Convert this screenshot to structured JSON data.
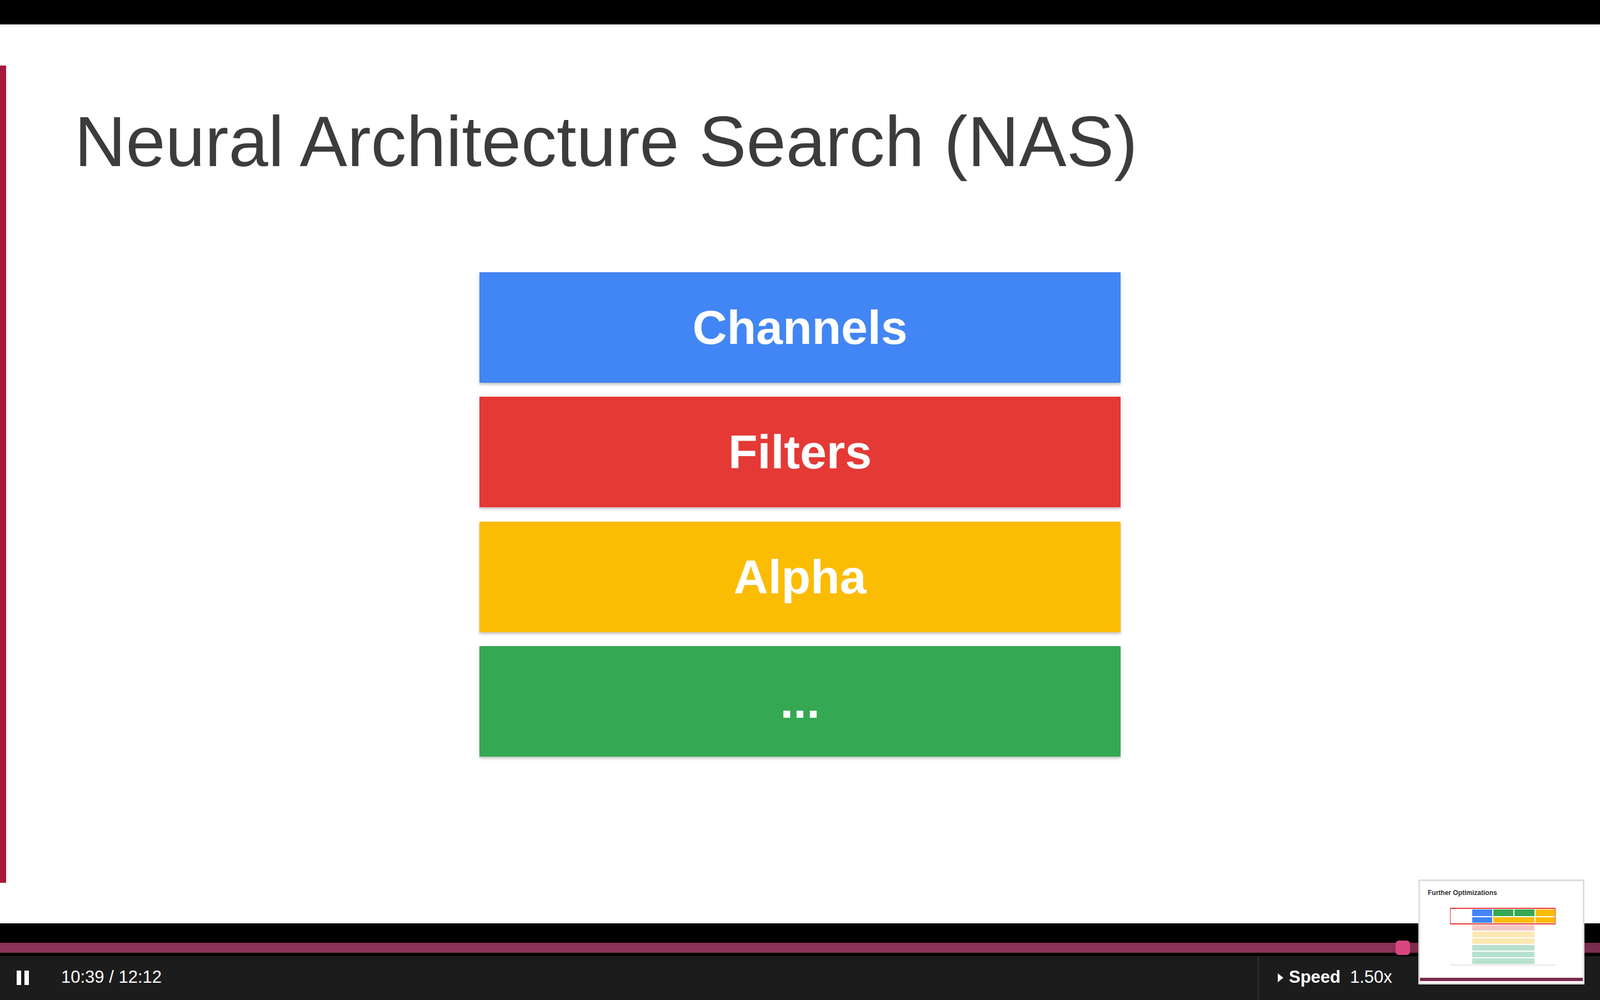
{
  "diagram": {
    "title": "Neural Architecture Search (NAS)",
    "nodes": [
      {
        "text": [
          "Channels"
        ]
      },
      {
        "text": [
          "Filters"
        ]
      },
      {
        "text": [
          "Alpha"
        ]
      },
      {
        "text": [
          "..."
        ]
      }
    ],
    "labels": [
      "10:39 / 12:12",
      "Speed",
      "1.50x",
      "Further Optimizations"
    ]
  }
}
